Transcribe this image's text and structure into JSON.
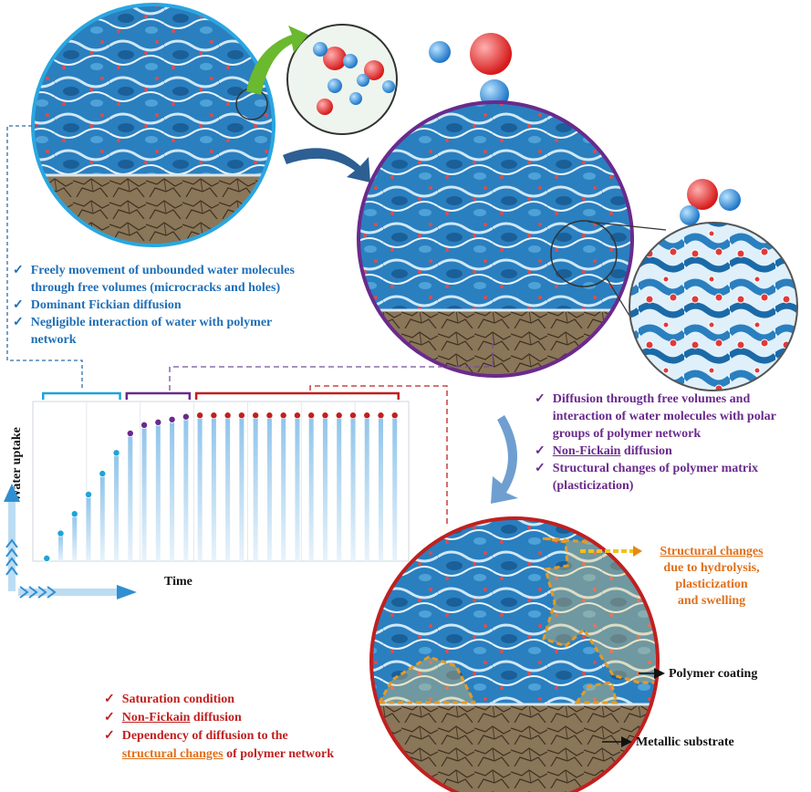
{
  "stage1": {
    "bullets": [
      "Freely movement of unbounded water molecules through free volumes (microcracks and holes)",
      "Dominant Fickian diffusion",
      "Negligible interaction of water with polymer network"
    ]
  },
  "stage2": {
    "bullet1": "Diffusion througth free volumes and interaction of water molecules with polar groups of polymer network",
    "bullet2_underlined": "Non-Fickain",
    "bullet2_rest": " diffusion",
    "bullet3": "Structural changes of polymer matrix (plasticization)"
  },
  "stage3": {
    "bullet1": "Saturation condition",
    "bullet2_underlined": "Non-Fickain",
    "bullet2_rest": " diffusion",
    "bullet3_part1": "Dependency of diffusion to the",
    "bullet3_underlined": "structural changes",
    "bullet3_rest": " of polymer network"
  },
  "callout": {
    "title": "Structural changes",
    "line2": "due to hydrolysis,",
    "line3": "plasticization",
    "line4": "and swelling"
  },
  "labels": {
    "polymer_coating": "Polymer coating",
    "metallic_substrate": "Metallic substrate"
  },
  "chart_data": {
    "type": "scatter",
    "xlabel": "Time",
    "ylabel": "Water uptake",
    "x": [
      1,
      2,
      3,
      4,
      5,
      6,
      7,
      8,
      9,
      10,
      11,
      12,
      13,
      14,
      15,
      16,
      17,
      18,
      19,
      20,
      21,
      22,
      23,
      24,
      25,
      26
    ],
    "y": [
      0.02,
      0.2,
      0.34,
      0.48,
      0.63,
      0.78,
      0.92,
      0.98,
      1.0,
      1.02,
      1.04,
      1.05,
      1.05,
      1.05,
      1.05,
      1.05,
      1.05,
      1.05,
      1.05,
      1.05,
      1.05,
      1.05,
      1.05,
      1.05,
      1.05,
      1.05
    ],
    "stage_colors": [
      "#1fa3d8",
      "#6a2a8c",
      "#c0201f"
    ],
    "stage_ranges": [
      [
        1,
        6
      ],
      [
        7,
        11
      ],
      [
        12,
        26
      ]
    ]
  },
  "colors": {
    "blue_text": "#1f6fb7",
    "purple_text": "#6a2a8c",
    "red_text": "#c0201f",
    "orange_text": "#e0701a"
  }
}
